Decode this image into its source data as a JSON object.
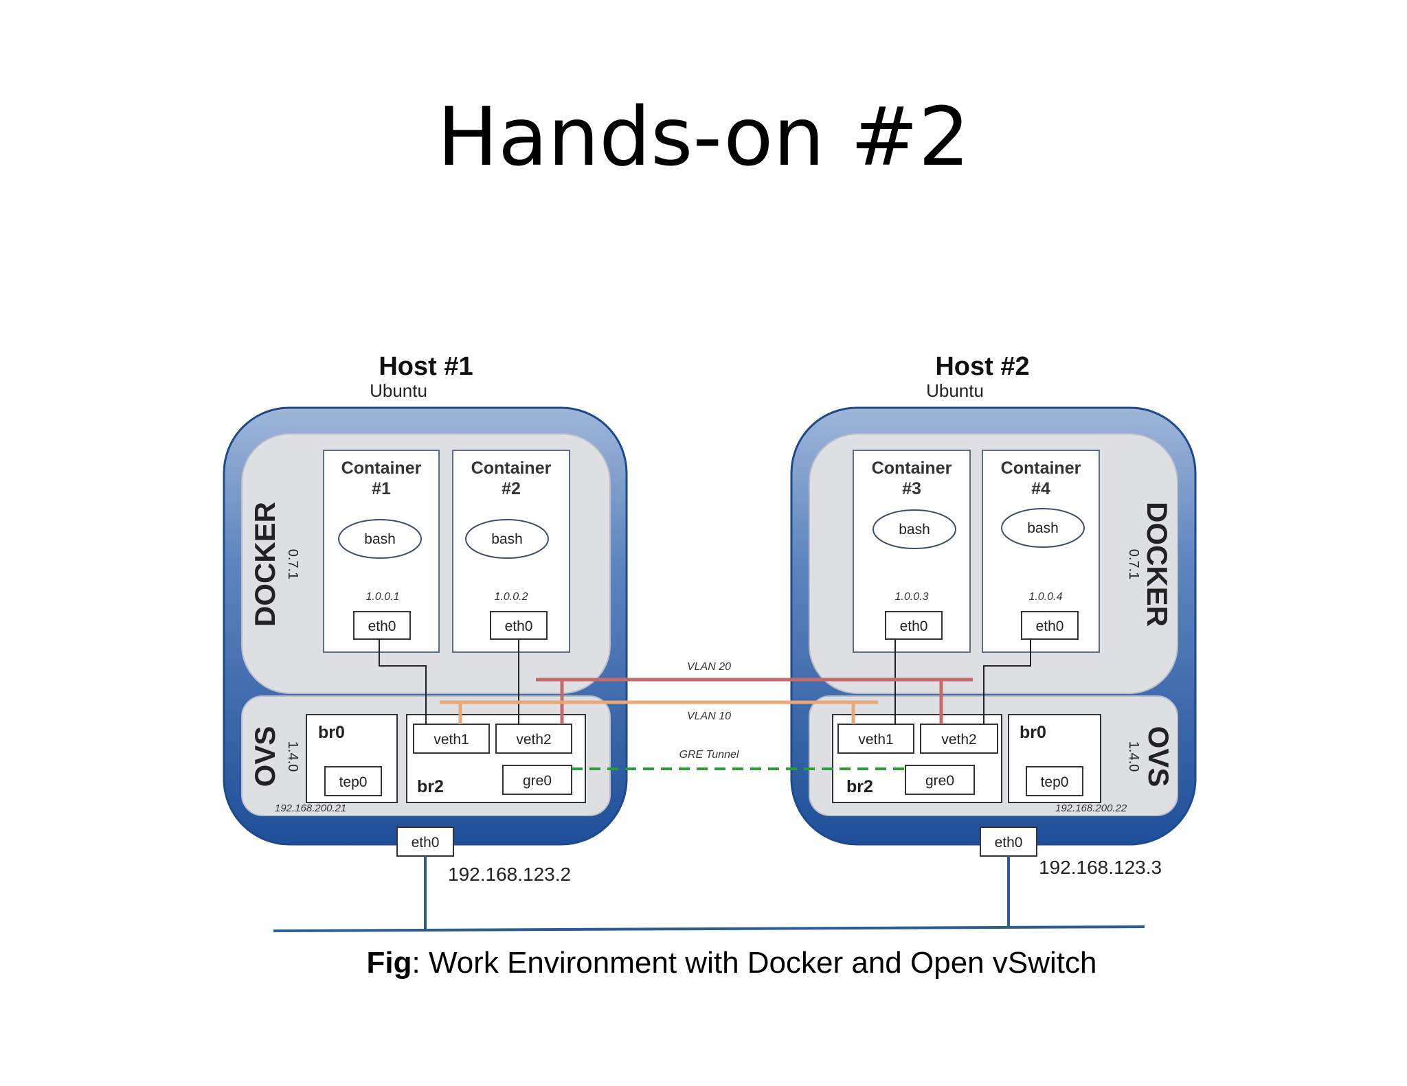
{
  "slide_title": "Hands-on #2",
  "hosts": [
    {
      "title": "Host #1",
      "os": "Ubuntu",
      "docker_label": "DOCKER",
      "docker_version": "0.7.1",
      "ovs_label": "OVS",
      "ovs_version": "1.4.0",
      "containers": [
        {
          "line1": "Container",
          "line2": "#1",
          "process": "bash",
          "ip": "1.0.0.1",
          "iface": "eth0"
        },
        {
          "line1": "Container",
          "line2": "#2",
          "process": "bash",
          "ip": "1.0.0.2",
          "iface": "eth0"
        }
      ],
      "br0": {
        "label": "br0",
        "port": "tep0"
      },
      "br2": {
        "label": "br2",
        "ports": [
          "veth1",
          "veth2"
        ],
        "tunnel_port": "gre0"
      },
      "bridge_ip": "192.168.200.21",
      "nic": "eth0",
      "host_ip": "192.168.123.2"
    },
    {
      "title": "Host #2",
      "os": "Ubuntu",
      "docker_label": "DOCKER",
      "docker_version": "0.7.1",
      "ovs_label": "OVS",
      "ovs_version": "1.4.0",
      "containers": [
        {
          "line1": "Container",
          "line2": "#3",
          "process": "bash",
          "ip": "1.0.0.3",
          "iface": "eth0"
        },
        {
          "line1": "Container",
          "line2": "#4",
          "process": "bash",
          "ip": "1.0.0.4",
          "iface": "eth0"
        }
      ],
      "br0": {
        "label": "br0",
        "port": "tep0"
      },
      "br2": {
        "label": "br2",
        "ports": [
          "veth1",
          "veth2"
        ],
        "tunnel_port": "gre0"
      },
      "bridge_ip": "192.168.200.22",
      "nic": "eth0",
      "host_ip": "192.168.123.3"
    }
  ],
  "links": {
    "vlan20": "VLAN 20",
    "vlan10": "VLAN 10",
    "gre": "GRE Tunnel"
  },
  "colors": {
    "host_outer": "#2a5ca6",
    "docker_panel": "#dedfe3",
    "vlan20": "#c56a6a",
    "vlan10": "#e9a777",
    "gre": "#2f9a3c",
    "lan": "#2e5c91"
  },
  "caption": {
    "bold": "Fig",
    "rest": ": Work Environment with Docker and Open vSwitch"
  }
}
